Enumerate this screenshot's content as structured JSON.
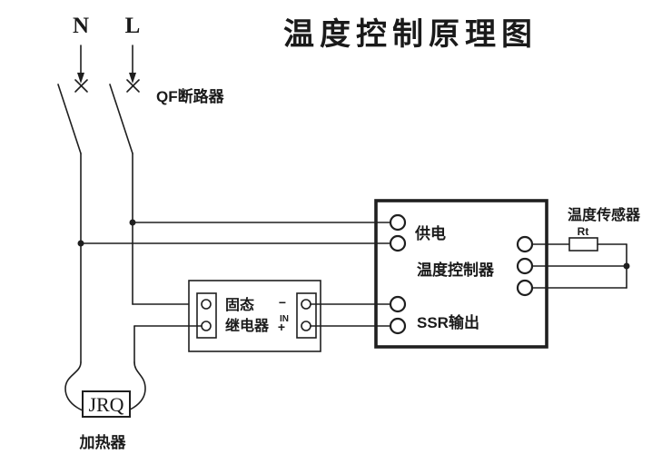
{
  "title": "温度控制原理图",
  "colors": {
    "line": "#1f1f1f",
    "background": "#ffffff"
  },
  "supply": {
    "neutral": "N",
    "live": "L",
    "breaker": "QF断路器"
  },
  "relay": {
    "name_line1": "固态",
    "name_line2": "继电器",
    "minus": "−",
    "input": "IN",
    "plus": "+"
  },
  "controller": {
    "power": "供电",
    "name": "温度控制器",
    "ssr_output": "SSR输出"
  },
  "sensor": {
    "name": "温度传感器",
    "resistor": "Rt"
  },
  "heater": {
    "symbol": "JRQ",
    "name": "加热器"
  }
}
